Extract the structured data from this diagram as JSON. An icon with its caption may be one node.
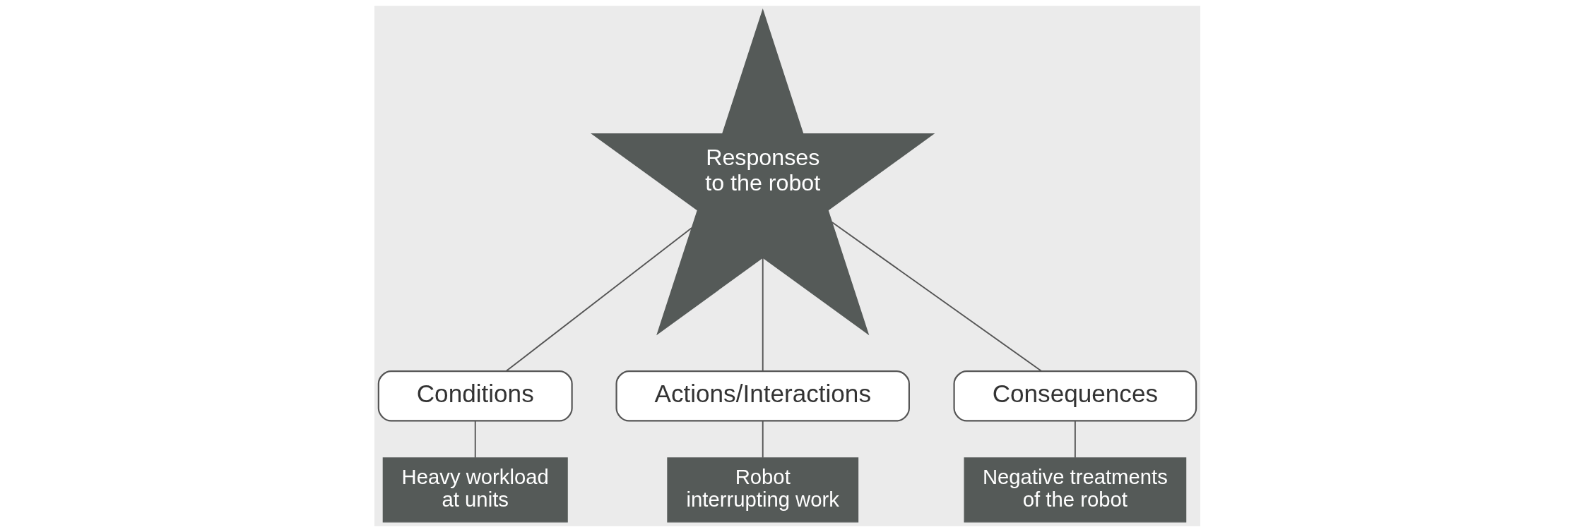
{
  "diagram": {
    "nodes": [
      {
        "text": [
          "Responses to the robot"
        ]
      },
      {
        "text": [
          "Conditions"
        ]
      },
      {
        "text": [
          "Actions/Interactions"
        ]
      },
      {
        "text": [
          "Consequences"
        ]
      },
      {
        "text": [
          "Heavy workload at units"
        ]
      },
      {
        "text": [
          "Robot interrupting work"
        ]
      },
      {
        "text": [
          "Negative treatments of the robot"
        ]
      }
    ],
    "edges": [
      {
        "from": 0,
        "to": 1,
        "arrow": "none"
      },
      {
        "from": 0,
        "to": 2,
        "arrow": "none"
      },
      {
        "from": 0,
        "to": 3,
        "arrow": "none"
      },
      {
        "from": 1,
        "to": 4,
        "arrow": "none"
      },
      {
        "from": 2,
        "to": 5,
        "arrow": "none"
      },
      {
        "from": 3,
        "to": 6,
        "arrow": "none"
      }
    ]
  }
}
